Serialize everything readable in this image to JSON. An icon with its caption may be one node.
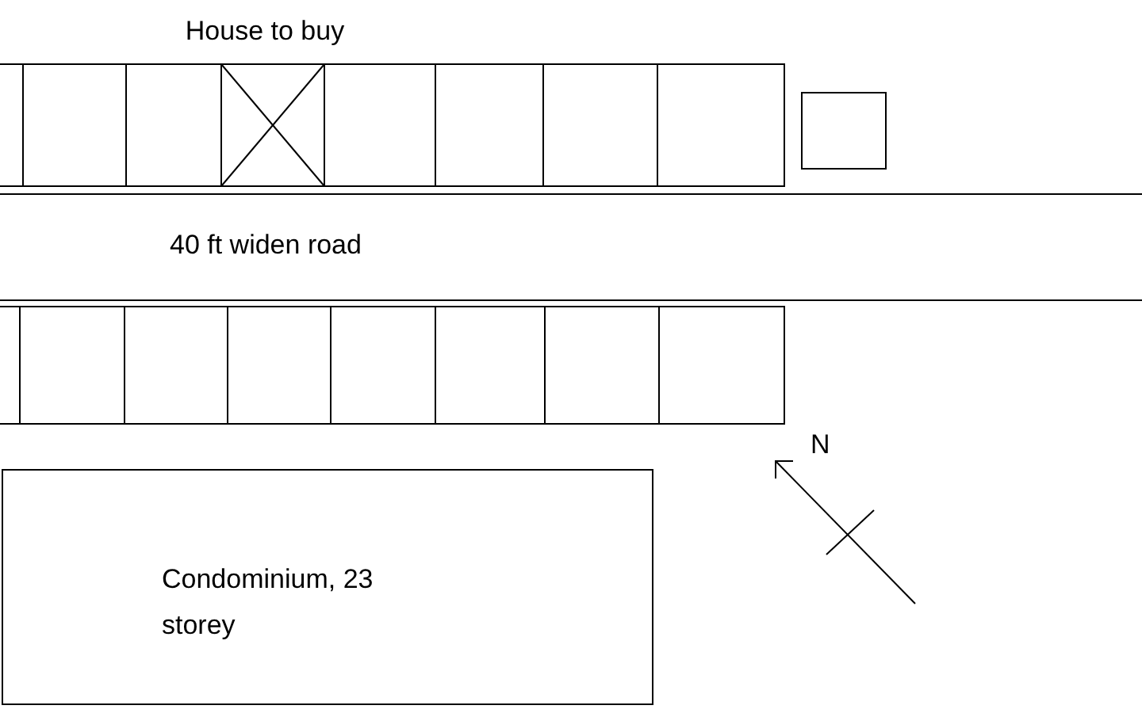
{
  "diagram": {
    "nodes": [
      {
        "text": [],
        "shape": "box"
      },
      {
        "text": [],
        "shape": "box"
      },
      {
        "text": [],
        "shape": "box"
      },
      {
        "text": [
          "House to buy"
        ]
      },
      {
        "text": [],
        "shape": "box"
      },
      {
        "text": [],
        "shape": "box"
      },
      {
        "text": [],
        "shape": "box"
      },
      {
        "text": [],
        "shape": "box"
      },
      {
        "text": [],
        "shape": "box"
      },
      {
        "text": [
          "40 ft widen road"
        ]
      },
      {
        "text": [],
        "shape": "box"
      },
      {
        "text": [],
        "shape": "box"
      },
      {
        "text": [],
        "shape": "box"
      },
      {
        "text": [],
        "shape": "box"
      },
      {
        "text": [],
        "shape": "box"
      },
      {
        "text": [],
        "shape": "box"
      },
      {
        "text": [],
        "shape": "box"
      },
      {
        "text": [],
        "shape": "box"
      },
      {
        "text": [
          "Condominium, 23 storey"
        ]
      }
    ],
    "labels": [
      "N"
    ]
  }
}
